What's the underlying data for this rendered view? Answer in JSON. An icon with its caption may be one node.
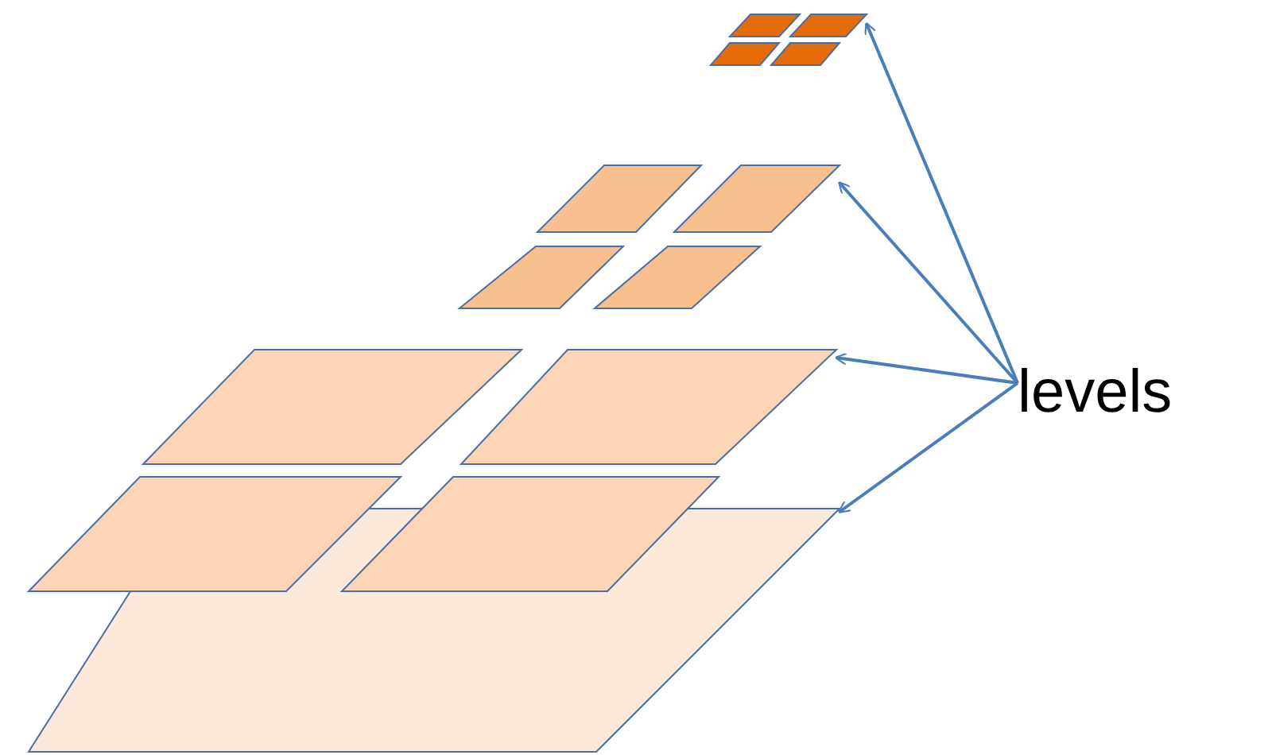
{
  "diagram": {
    "nodes": [
      {
        "text": [
          "levels"
        ]
      },
      {
        "text": [],
        "shape": "picture"
      },
      {
        "text": [],
        "shape": "picture"
      },
      {
        "text": [],
        "shape": "picture"
      },
      {
        "text": [],
        "shape": "picture"
      }
    ],
    "edges": [
      {
        "from": 0,
        "to": 1,
        "arrow": "to"
      },
      {
        "from": 0,
        "to": 2,
        "arrow": "to"
      },
      {
        "from": 0,
        "to": 3,
        "arrow": "to"
      },
      {
        "from": 0,
        "to": 4,
        "arrow": "to"
      }
    ]
  }
}
